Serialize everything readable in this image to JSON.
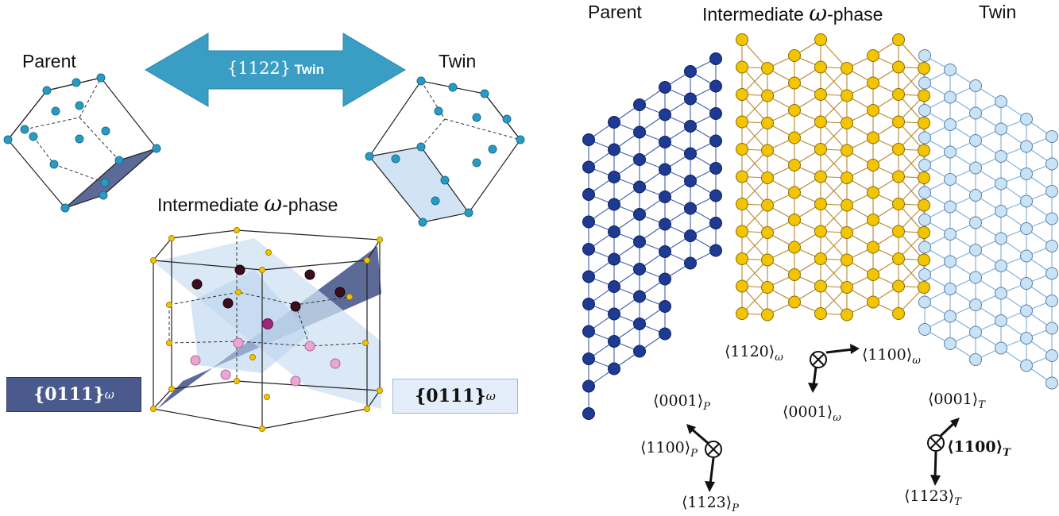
{
  "left_panel": {
    "parent_label": "Parent",
    "twin_label": "Twin",
    "arrow_label_plane": "{1122}",
    "arrow_label_word": "Twin",
    "omega_title_pre": "Intermediate ",
    "omega_symbol": "ω",
    "omega_title_post": "-phase",
    "plane_left": "{0111}",
    "plane_left_sub": "ω",
    "plane_right": "{0111}",
    "plane_right_sub": "ω"
  },
  "right_panel": {
    "parent_label": "Parent",
    "omega_title_pre": "Intermediate ",
    "omega_symbol": "ω",
    "omega_title_post": "-phase",
    "twin_label": "Twin",
    "dir_omega_1120": "⟨1120⟩",
    "dir_omega_1100": "⟨1100⟩",
    "dir_omega_0001": "⟨0001⟩",
    "dir_parent_0001": "⟨0001⟩",
    "dir_parent_1100": "⟨1100⟩",
    "dir_parent_1123": "⟨1123⟩",
    "dir_twin_0001": "⟨0001⟩",
    "dir_twin_1100": "⟨1100⟩",
    "dir_twin_1123": "⟨1123⟩",
    "sub_omega": "ω",
    "sub_parent": "P",
    "sub_twin": "T"
  },
  "colors": {
    "arrow_fill": "#3a9ec4",
    "parent_atom": "#1f3a93",
    "parent_line": "#3e5cb8",
    "omega_atom": "#f2c500",
    "omega_line": "#b8862f",
    "twin_atom": "#c9e3f6",
    "twin_line": "#7aaedc",
    "plane_dark": "#4a5a8c",
    "plane_light": "#cfe2f3",
    "cell_atom": "#2b9ac2",
    "dark_atom": "#3b0d1e",
    "pink_atom": "#e9a6d1"
  }
}
